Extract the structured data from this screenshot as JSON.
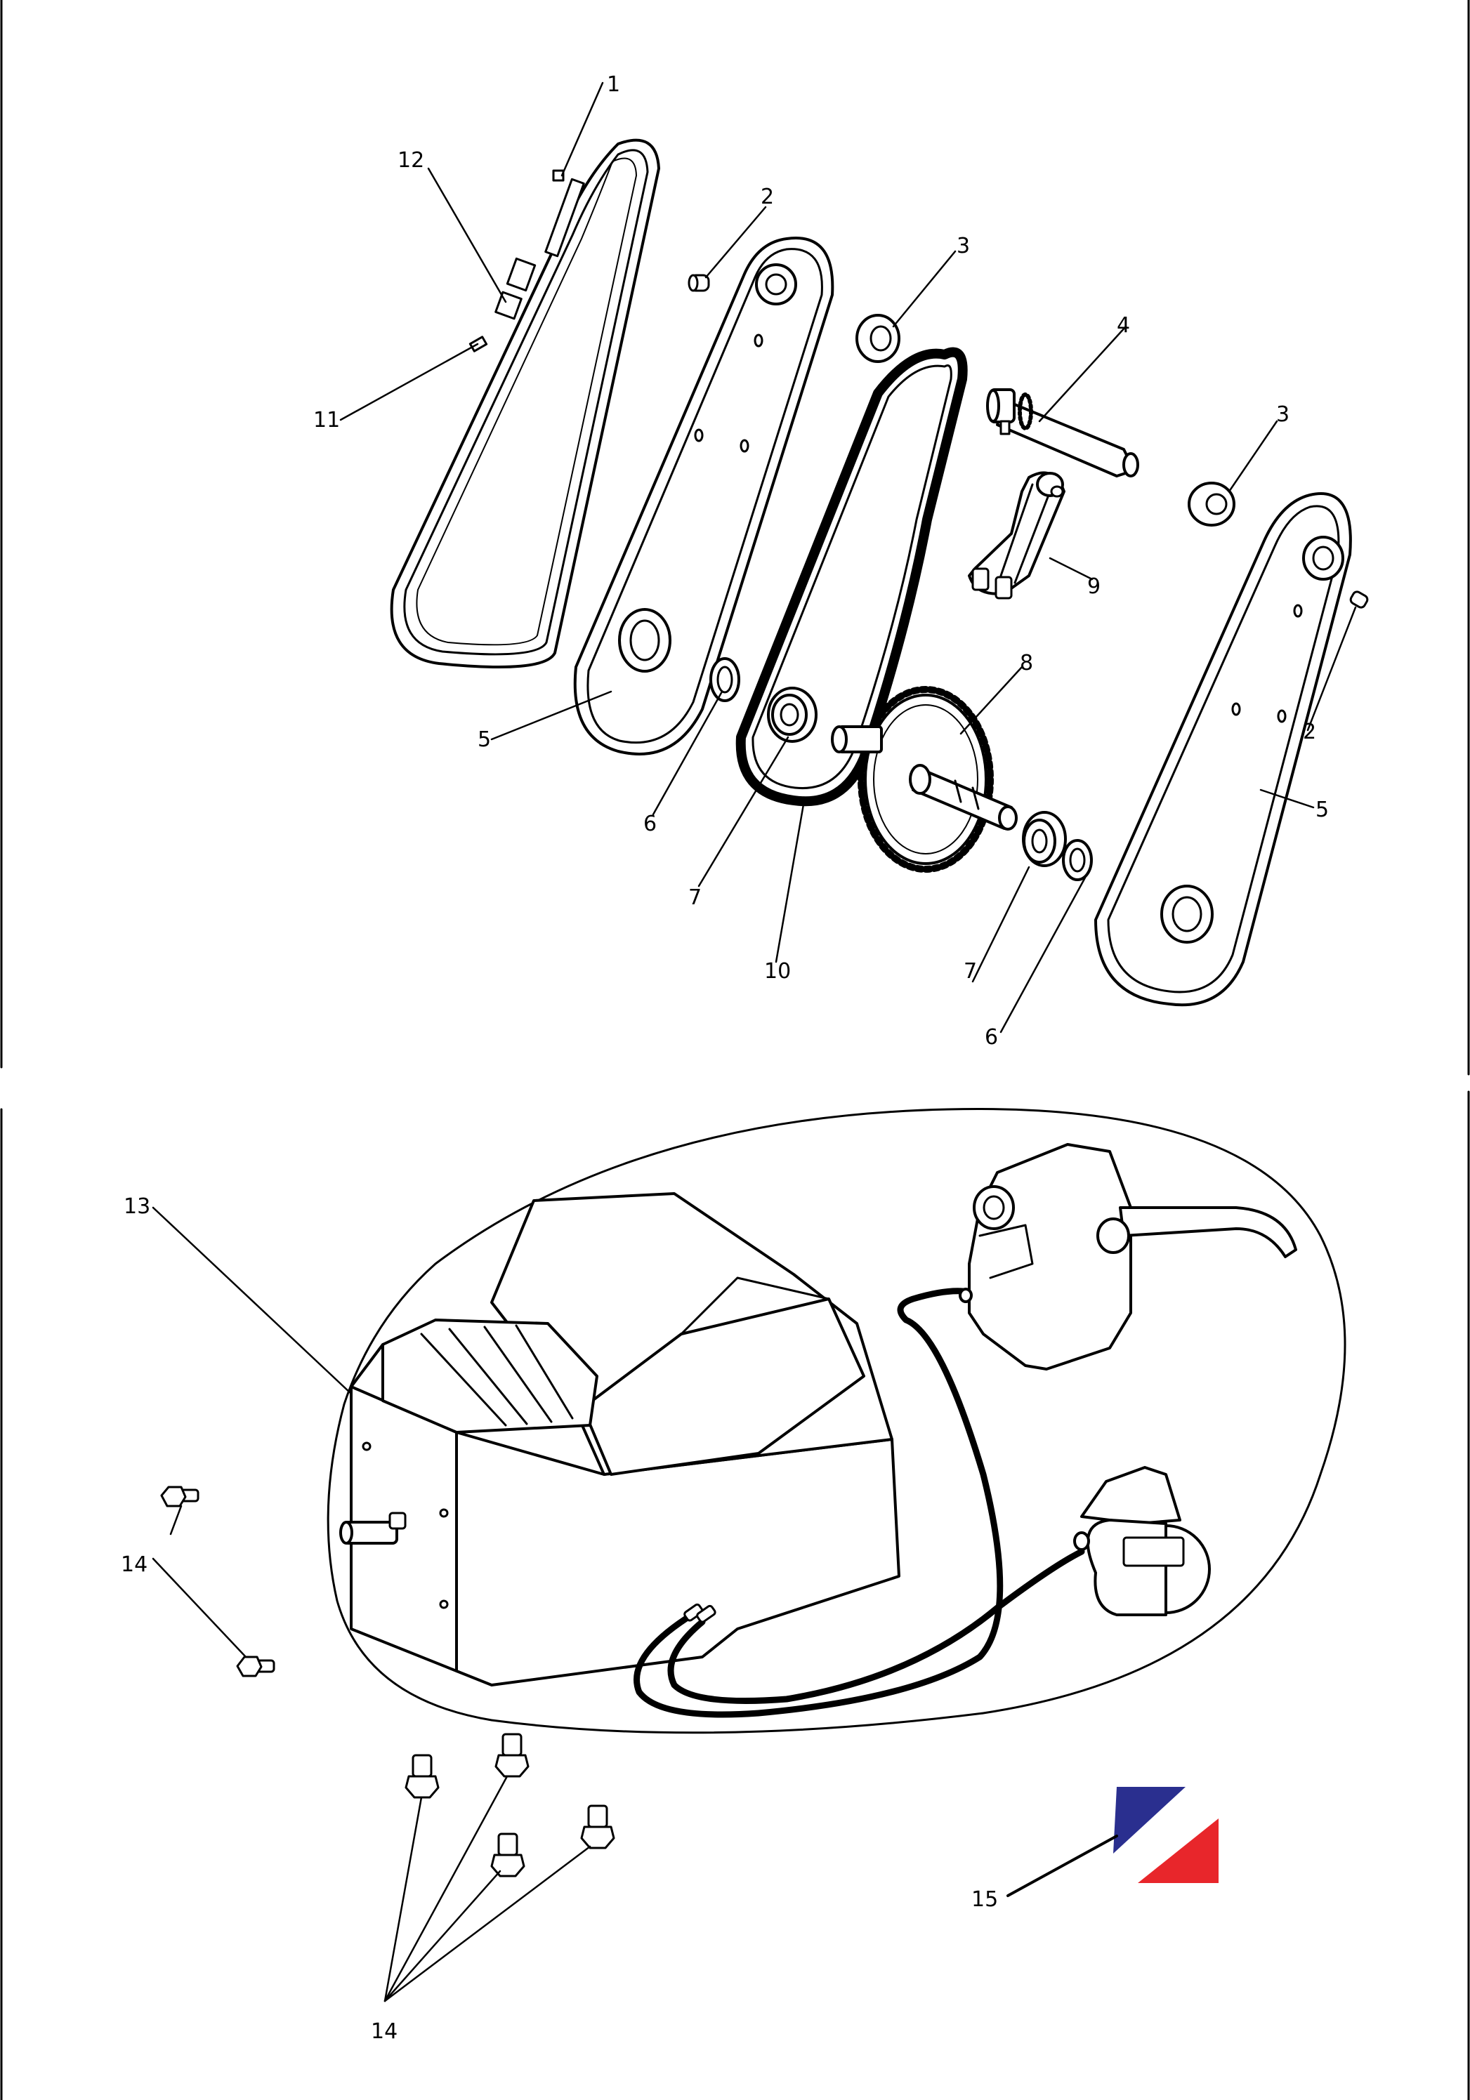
{
  "labels": {
    "l1": "1",
    "l2a": "2",
    "l2b": "2",
    "l3a": "3",
    "l3b": "3",
    "l4": "4",
    "l5a": "5",
    "l5b": "5",
    "l6a": "6",
    "l6b": "6",
    "l7a": "7",
    "l7b": "7",
    "l8": "8",
    "l9": "9",
    "l10": "10",
    "l11": "11",
    "l12": "12",
    "l13": "13",
    "l14a": "14",
    "l14b": "14",
    "l15": "15"
  },
  "colors": {
    "line": "#000000",
    "logo_blue": "#2a2f8f",
    "logo_red": "#e8262b",
    "background": "#ffffff"
  },
  "icons": [
    "belt-icon",
    "chain-cover-icon",
    "chain-icon",
    "sprocket-icon",
    "bearing-icon",
    "motor-icon",
    "brake-lever-icon",
    "throttle-icon",
    "bolt-icon",
    "brand-logo-icon"
  ]
}
